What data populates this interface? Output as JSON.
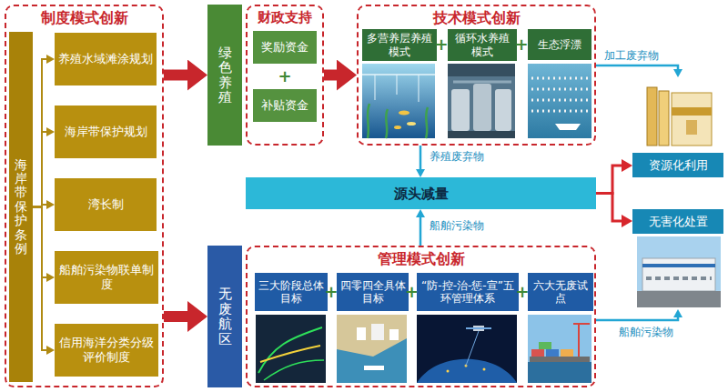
{
  "diagram": {
    "nodes": [
      {
        "text": [
          "制度模式创新"
        ]
      },
      {
        "text": [
          "海岸带保护条例"
        ],
        "in": 0
      },
      {
        "text": [
          "养殖水域滩涂规划"
        ],
        "in": 0
      },
      {
        "text": [
          "海岸带保护规划"
        ],
        "in": 0
      },
      {
        "text": [
          "湾长制"
        ],
        "in": 0
      },
      {
        "text": [
          "船舶污染物联单制度"
        ],
        "in": 0
      },
      {
        "text": [
          "信用海洋分类分级评价制度"
        ],
        "in": 0
      },
      {
        "text": [
          "绿色养殖"
        ]
      },
      {
        "text": [
          "财政支持"
        ]
      },
      {
        "text": [
          "奖励资金"
        ],
        "in": 8
      },
      {
        "text": [
          "补贴资金"
        ],
        "in": 8
      },
      {
        "text": [
          "技术模式创新"
        ]
      },
      {
        "text": [
          "多营养层养殖模式"
        ],
        "in": 11
      },
      {
        "text": [
          "循环水养殖模式"
        ],
        "in": 11
      },
      {
        "text": [
          "生态浮漂"
        ],
        "in": 11
      },
      {
        "text": [
          "资源化利用"
        ]
      },
      {
        "text": [
          "源头减量"
        ]
      },
      {
        "text": [
          "无害化处置"
        ]
      },
      {
        "text": [
          "无废航区"
        ]
      },
      {
        "text": [
          "管理模式创新"
        ]
      },
      {
        "text": [
          "三大阶段总体目标"
        ],
        "in": 19
      },
      {
        "text": [
          "四零四全具体目标"
        ],
        "in": 19
      },
      {
        "text": [
          "“防-控-治-惩-宣”五环管理体系"
        ],
        "in": 19
      },
      {
        "text": [
          "六大无废试点"
        ],
        "in": 19
      }
    ],
    "edges": [
      {
        "from": 1,
        "to": 2,
        "arrow": "to"
      },
      {
        "from": 1,
        "to": 3,
        "arrow": "to"
      },
      {
        "from": 1,
        "to": 4,
        "arrow": "to"
      },
      {
        "from": 1,
        "to": 5,
        "arrow": "to"
      },
      {
        "from": 1,
        "to": 6,
        "arrow": "to"
      },
      {
        "from": 0,
        "to": 7,
        "arrow": "to"
      },
      {
        "from": 0,
        "to": 18,
        "arrow": "to"
      },
      {
        "from": 8,
        "to": 11,
        "arrow": "to"
      },
      {
        "from": 11,
        "to": 16,
        "label": "养殖废弃物",
        "arrow": "to"
      },
      {
        "from": 19,
        "to": 16,
        "label": "船舶污染物",
        "arrow": "to"
      },
      {
        "from": 16,
        "to": 15,
        "arrow": "to"
      },
      {
        "from": 16,
        "to": 17,
        "arrow": "to"
      },
      {
        "from": 11,
        "to": 15,
        "label": "加工废弃物",
        "arrow": "to"
      },
      {
        "from": 19,
        "to": 17,
        "label": "船舶污染物",
        "arrow": "to"
      }
    ],
    "labels": [
      "+",
      "+",
      "+",
      "+",
      "+",
      "+"
    ]
  }
}
